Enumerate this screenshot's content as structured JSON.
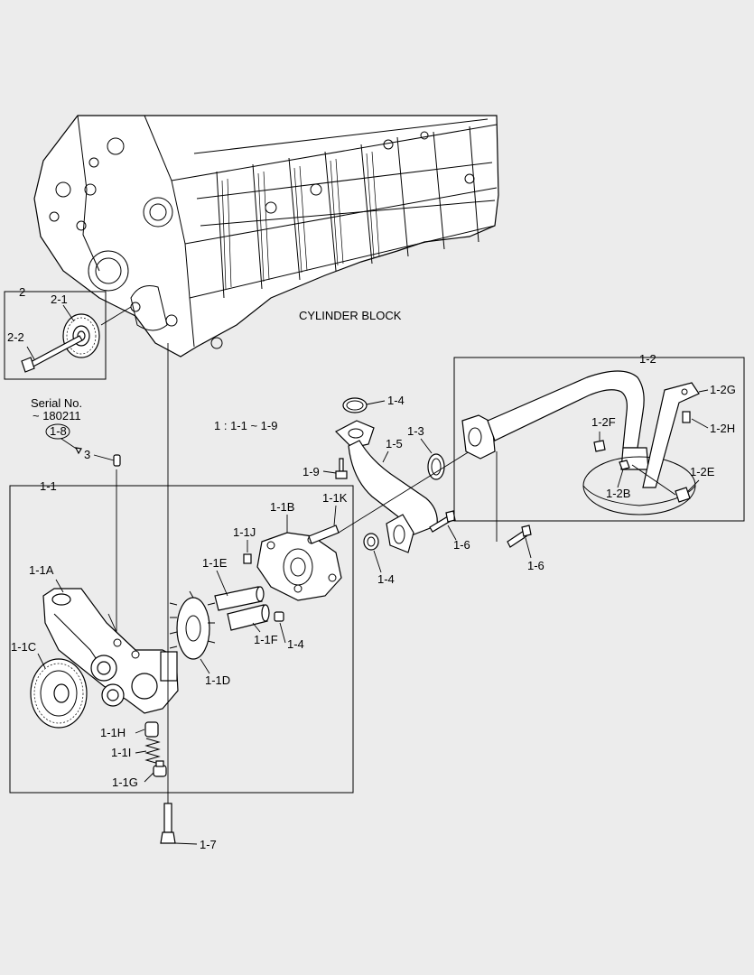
{
  "block_label": "CYLINDER BLOCK",
  "serial": {
    "line1": "Serial No.",
    "line2": "~ 180211",
    "ref": "1-8"
  },
  "assembly_note": "1 : 1-1 ~ 1-9",
  "labels": {
    "l2": "2",
    "l2_1": "2-1",
    "l2_2": "2-2",
    "l3": "3",
    "l1_1": "1-1",
    "l1_1A": "1-1A",
    "l1_1B": "1-1B",
    "l1_1C": "1-1C",
    "l1_1D": "1-1D",
    "l1_1E": "1-1E",
    "l1_1F": "1-1F",
    "l1_1G": "1-1G",
    "l1_1H": "1-1H",
    "l1_1I": "1-1I",
    "l1_1J": "1-1J",
    "l1_1K": "1-1K",
    "l1_2": "1-2",
    "l1_2B": "1-2B",
    "l1_2E": "1-2E",
    "l1_2F": "1-2F",
    "l1_2G": "1-2G",
    "l1_2H": "1-2H",
    "l1_3": "1-3",
    "l1_4a": "1-4",
    "l1_4b": "1-4",
    "l1_4c": "1-4",
    "l1_5": "1-5",
    "l1_6a": "1-6",
    "l1_6b": "1-6",
    "l1_7": "1-7",
    "l1_9": "1-9"
  }
}
